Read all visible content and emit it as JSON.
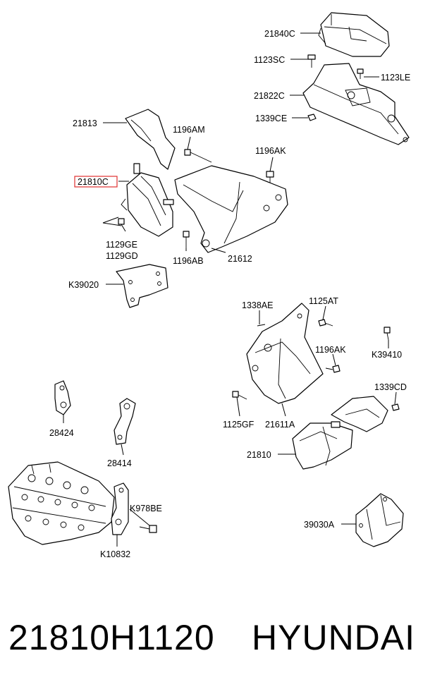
{
  "diagram": {
    "labels": {
      "p21840C": "21840C",
      "p1123SC": "1123SC",
      "p1123LE": "1123LE",
      "p21822C": "21822C",
      "p1339CE": "1339CE",
      "p21813": "21813",
      "p1196AM": "1196AM",
      "p1196AK_top": "1196AK",
      "p21810C": "21810C",
      "p1129GE": "1129GE",
      "p1129GD": "1129GD",
      "p1196AB": "1196AB",
      "p21612": "21612",
      "pK39020": "K39020",
      "p1338AE": "1338AE",
      "p1125AT": "1125AT",
      "pK39410": "K39410",
      "p1196AK_mid": "1196AK",
      "p1339CD": "1339CD",
      "p1125GF": "1125GF",
      "p21611A": "21611A",
      "p21810": "21810",
      "p28424": "28424",
      "p28414": "28414",
      "pK978BE": "K978BE",
      "p39030A": "39030A",
      "pK10832": "K10832"
    },
    "highlight_color": "#e03030"
  },
  "footer": {
    "part_number": "21810H1120",
    "brand": "HYUNDAI"
  }
}
